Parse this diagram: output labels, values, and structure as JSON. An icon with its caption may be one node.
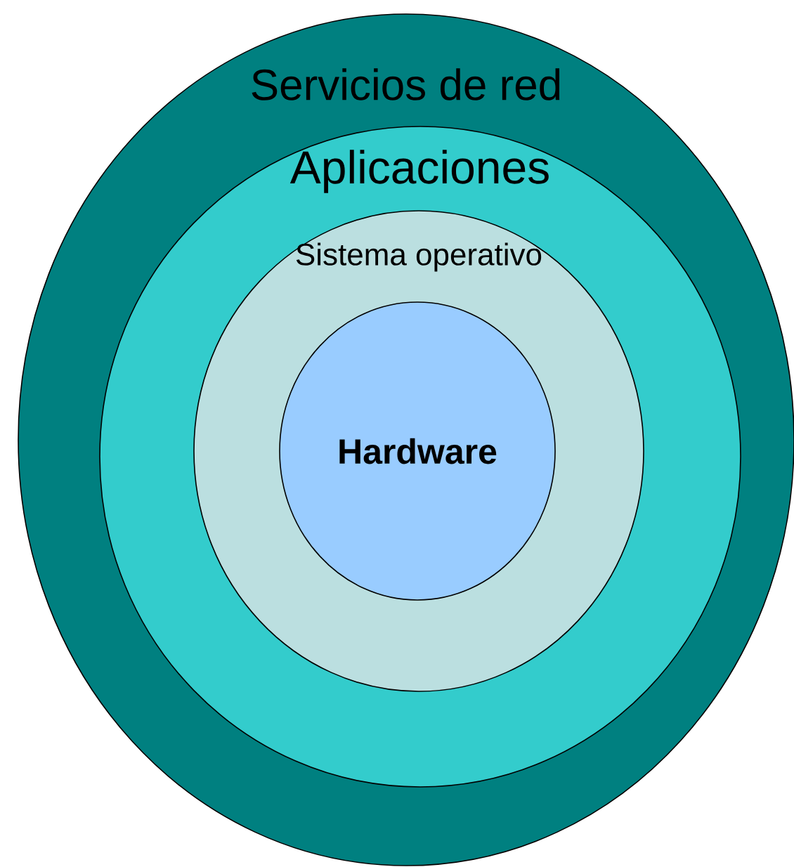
{
  "diagram": {
    "nodes": [
      {
        "text": [
          "Servicios de red"
        ]
      },
      {
        "text": [
          "Aplicaciones"
        ],
        "in": 0
      },
      {
        "text": [
          "Sistema operativo"
        ],
        "in": 1
      },
      {
        "text": [
          "Hardware"
        ],
        "in": 2
      }
    ]
  }
}
